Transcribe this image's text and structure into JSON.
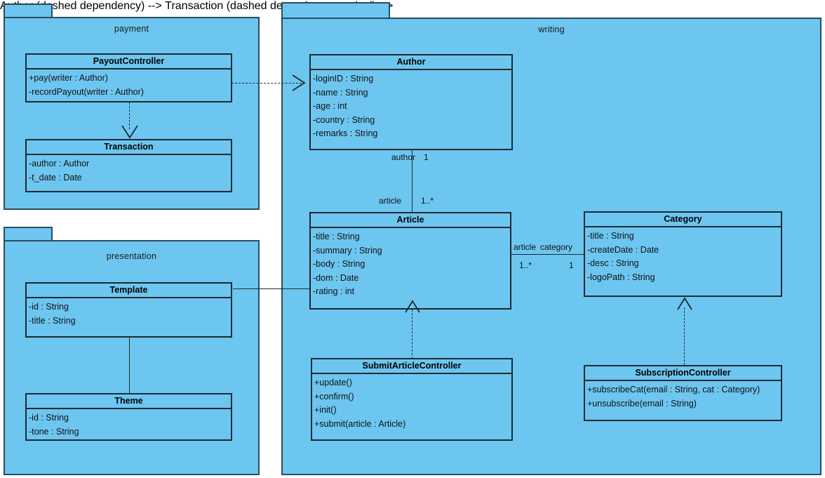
{
  "diagram": {
    "type": "uml-class-diagram",
    "title": "",
    "colors": {
      "package_fill": "#6DC6F0",
      "class_fill": "#6DC6F0",
      "border": "#1b2b33",
      "package_border": "#2b4c5e",
      "background": "#ffffff"
    }
  },
  "packages": [
    {
      "id": "payment",
      "name": "payment"
    },
    {
      "id": "presentation",
      "name": "presentation"
    },
    {
      "id": "writing",
      "name": "writing"
    }
  ],
  "classes": [
    {
      "id": "PayoutController",
      "name": "PayoutController",
      "package": "payment",
      "members": [
        "+pay(writer : Author)",
        "-recordPayout(writer : Author)"
      ]
    },
    {
      "id": "Transaction",
      "name": "Transaction",
      "package": "payment",
      "members": [
        "-author : Author",
        "-t_date : Date"
      ]
    },
    {
      "id": "Template",
      "name": "Template",
      "package": "presentation",
      "members": [
        "-id : String",
        "-title : String"
      ]
    },
    {
      "id": "Theme",
      "name": "Theme",
      "package": "presentation",
      "members": [
        "-id : String",
        "-tone : String"
      ]
    },
    {
      "id": "Author",
      "name": "Author",
      "package": "writing",
      "members": [
        "-loginID : String",
        "-name : String",
        "-age : int",
        "-country : String",
        "-remarks : String"
      ]
    },
    {
      "id": "Article",
      "name": "Article",
      "package": "writing",
      "members": [
        "-title : String",
        "-summary : String",
        "-body : String",
        "-dom : Date",
        "-rating : int"
      ]
    },
    {
      "id": "Category",
      "name": "Category",
      "package": "writing",
      "members": [
        "-title : String",
        "-createDate : Date",
        "-desc : String",
        "-logoPath : String"
      ]
    },
    {
      "id": "SubmitArticleController",
      "name": "SubmitArticleController",
      "package": "writing",
      "members": [
        "+update()",
        "+confirm()",
        "+init()",
        "+submit(article : Article)"
      ]
    },
    {
      "id": "SubscriptionController",
      "name": "SubscriptionController",
      "package": "writing",
      "members": [
        "+subscribeCat(email : String, cat : Category)",
        "+unsubscribe(email : String)"
      ]
    }
  ],
  "relationships": [
    {
      "id": "rel-payout-author",
      "kind": "dependency",
      "from": "PayoutController",
      "to": "Author",
      "style": "dashed",
      "arrowhead": "open",
      "labels": []
    },
    {
      "id": "rel-payout-transaction",
      "kind": "dependency",
      "from": "PayoutController",
      "to": "Transaction",
      "style": "dashed",
      "arrowhead": "open",
      "labels": []
    },
    {
      "id": "rel-author-article",
      "kind": "association",
      "from": "Author",
      "to": "Article",
      "style": "solid",
      "arrowhead": "none",
      "labels": [
        {
          "text": "author",
          "role": "source-role"
        },
        {
          "text": "1",
          "role": "source-multiplicity"
        },
        {
          "text": "article",
          "role": "target-role"
        },
        {
          "text": "1..*",
          "role": "target-multiplicity"
        }
      ]
    },
    {
      "id": "rel-article-category",
      "kind": "association",
      "from": "Article",
      "to": "Category",
      "style": "solid",
      "arrowhead": "none",
      "labels": [
        {
          "text": "article",
          "role": "source-role"
        },
        {
          "text": "category",
          "role": "target-role"
        },
        {
          "text": "1..*",
          "role": "source-multiplicity"
        },
        {
          "text": "1",
          "role": "target-multiplicity"
        }
      ]
    },
    {
      "id": "rel-submit-article",
      "kind": "realization",
      "from": "SubmitArticleController",
      "to": "Article",
      "style": "dashed",
      "arrowhead": "hollow-triangle",
      "labels": []
    },
    {
      "id": "rel-subscription-category",
      "kind": "realization",
      "from": "SubscriptionController",
      "to": "Category",
      "style": "dashed",
      "arrowhead": "hollow-triangle",
      "labels": []
    },
    {
      "id": "rel-template-theme",
      "kind": "association",
      "from": "Template",
      "to": "Theme",
      "style": "solid",
      "arrowhead": "none",
      "labels": []
    },
    {
      "id": "rel-template-article",
      "kind": "association",
      "from": "Template",
      "to": "Article",
      "style": "solid",
      "arrowhead": "none",
      "labels": []
    }
  ]
}
